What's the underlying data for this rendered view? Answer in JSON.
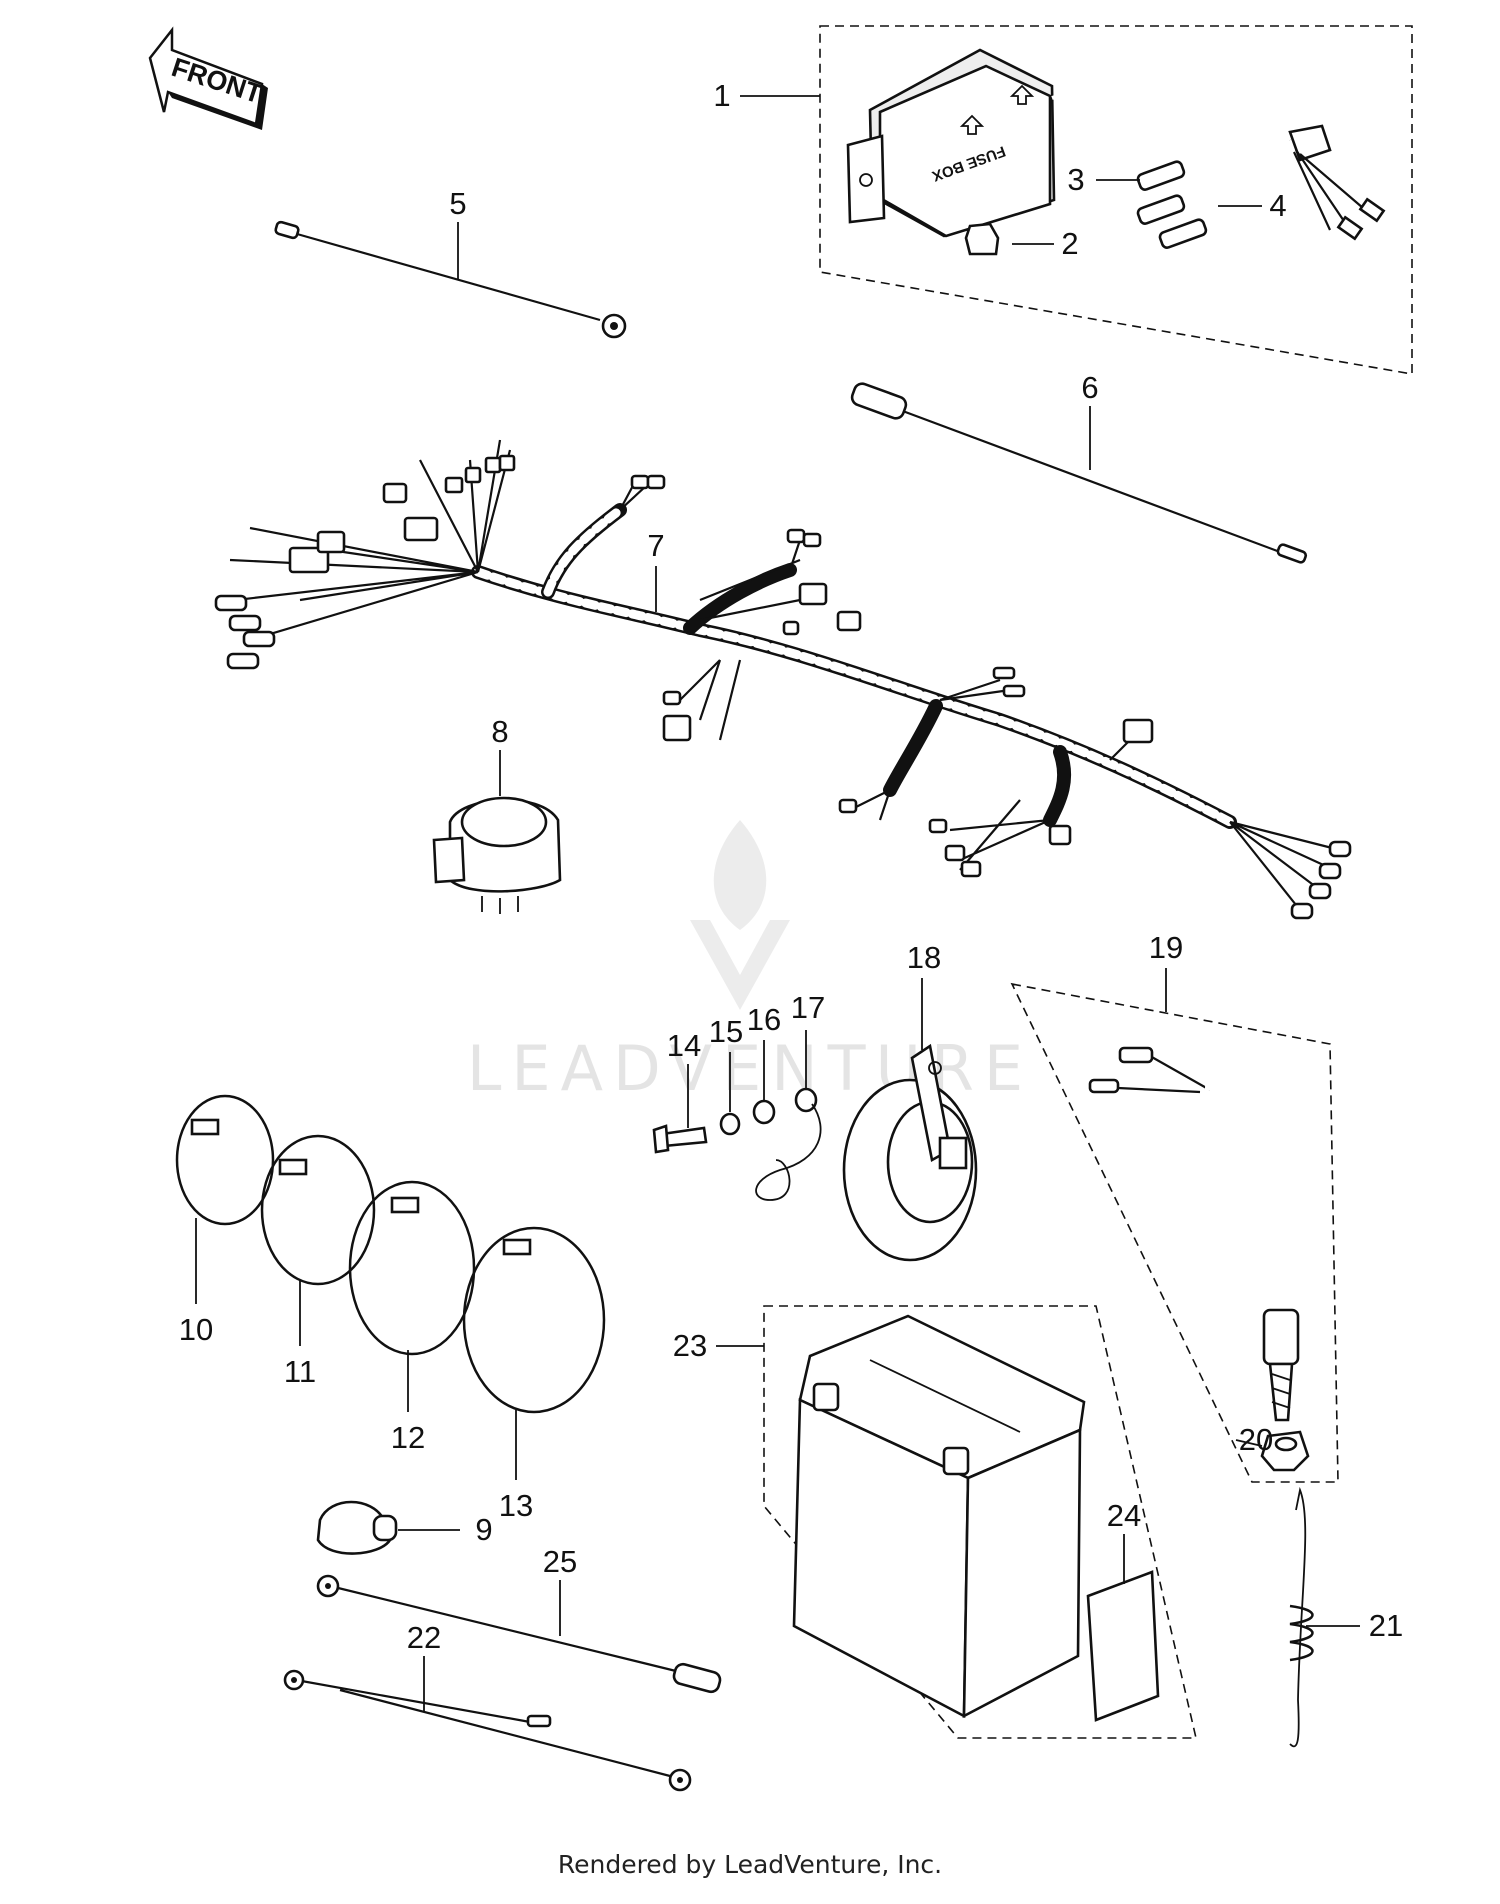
{
  "direction_marker": {
    "label": "FRONT"
  },
  "fuse_box_label": "FUSE BOX",
  "watermark": {
    "text": "LEADVENTURE"
  },
  "callouts": [
    "1",
    "2",
    "3",
    "4",
    "5",
    "6",
    "7",
    "8",
    "9",
    "10",
    "11",
    "12",
    "13",
    "14",
    "15",
    "16",
    "17",
    "18",
    "19",
    "20",
    "21",
    "22",
    "23",
    "24",
    "25"
  ],
  "footer": "Rendered by LeadVenture, Inc."
}
